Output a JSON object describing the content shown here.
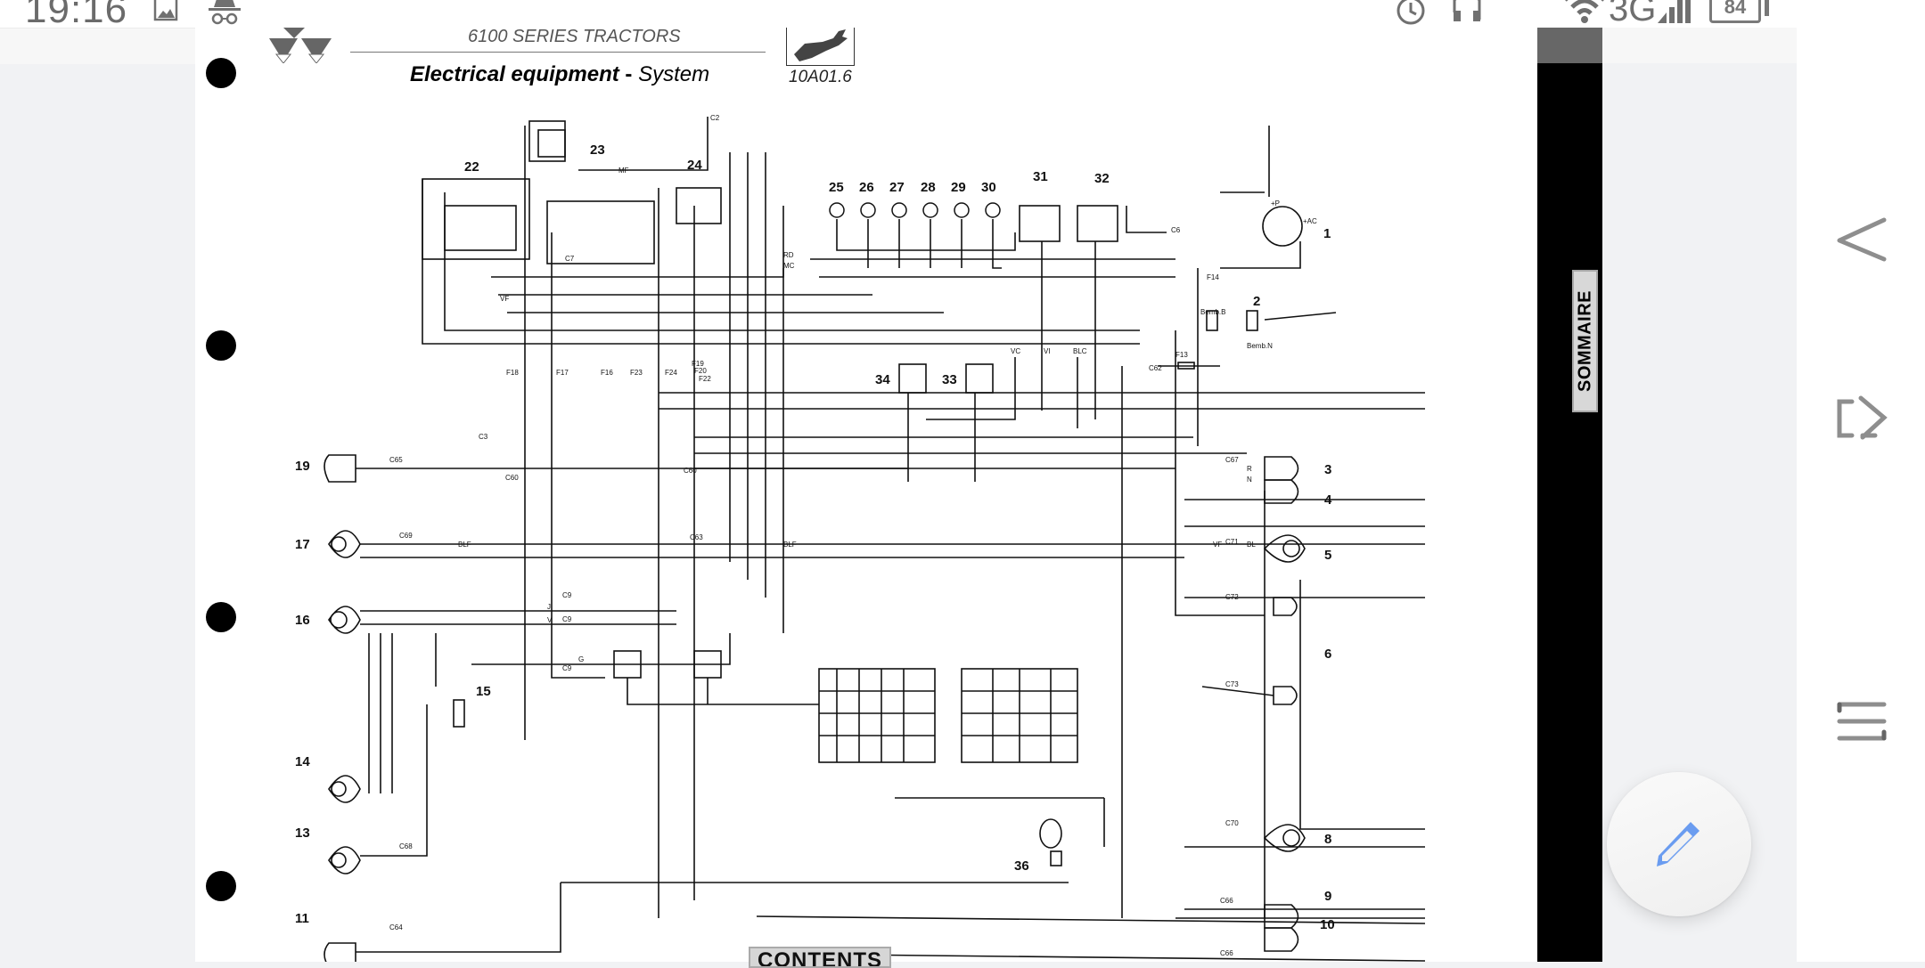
{
  "status_bar": {
    "time": "19:16",
    "left_icons": [
      "gallery-icon",
      "incognito-icon"
    ],
    "right_icons": [
      "alarm-icon",
      "headset-icon",
      "wifi-icon",
      "signal-icon",
      "battery-icon"
    ],
    "network": "3G",
    "battery_level": "84"
  },
  "document": {
    "series": "6100 SERIES TRACTORS",
    "title_bold": "Electrical equipment",
    "title_sep": " - ",
    "title_rest": "System",
    "code": "10A01.6",
    "contents_label": "CONTENTS",
    "diagram": {
      "component_labels": {
        "c1": "1",
        "c2": "2",
        "c3": "3",
        "c4": "4",
        "c5": "5",
        "c6": "6",
        "c8": "8",
        "c9": "9",
        "c10": "10",
        "c11": "11",
        "c13": "13",
        "c14": "14",
        "c15": "15",
        "c16": "16",
        "c17": "17",
        "c19": "19",
        "c22": "22",
        "c23": "23",
        "c24": "24",
        "c25": "25",
        "c26": "26",
        "c27": "27",
        "c28": "28",
        "c29": "29",
        "c30": "30",
        "c31": "31",
        "c32": "32",
        "c33": "33",
        "c34": "34",
        "c36": "36"
      },
      "connector_labels": {
        "c65": "C65",
        "c69": "C69",
        "c63": "C63",
        "c60a": "C60",
        "c60b": "C60",
        "c3": "C3",
        "c9a": "C9",
        "c9b": "C9",
        "c9c": "C9",
        "c68": "C68",
        "c64": "C64",
        "c67": "C67",
        "c71": "C71",
        "c72": "C72",
        "c73": "C73",
        "c70": "C70",
        "c66a": "C66",
        "c66b": "C66",
        "c62": "C62",
        "c7": "C7",
        "c2": "C2",
        "c6": "C6"
      },
      "fuse_labels": {
        "f13": "F13",
        "f14": "F14",
        "f16": "F16",
        "f17": "F17",
        "f18": "F18",
        "f19": "F19",
        "f20": "F20",
        "f22": "F22",
        "f23": "F23",
        "f24": "F24"
      },
      "wire_labels": {
        "blf1": "BLF",
        "blf2": "BLF",
        "vf1": "VF",
        "vf2": "VF",
        "mf": "MF",
        "rd": "RD",
        "mc": "MC",
        "vc": "VC",
        "vi": "VI",
        "blc": "BLC",
        "bl": "BL",
        "r": "R",
        "n": "N",
        "j": "J",
        "v": "V",
        "g": "G",
        "bemb_b": "Bemb.B",
        "bemb_n": "Bemb.N",
        "plus_p": "+P",
        "plus_ac": "+AC"
      }
    }
  },
  "sidebar": {
    "sommaire_label": "SOMMAIRE"
  },
  "fab": {
    "icon": "pencil-icon",
    "color": "#6a9cf0"
  },
  "navigation_bar": {
    "buttons": [
      "back",
      "home",
      "recents"
    ]
  }
}
